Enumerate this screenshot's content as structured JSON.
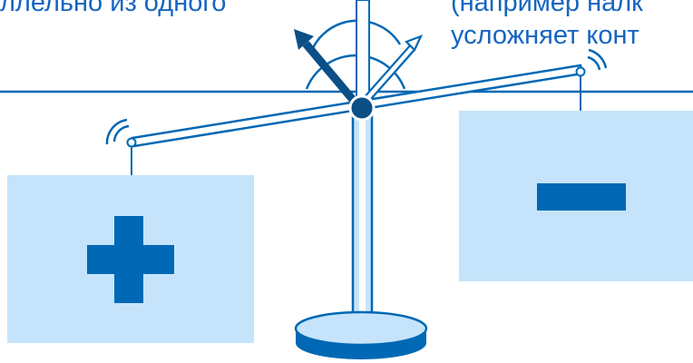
{
  "text_left": "ллельно из одного",
  "text_right_lines": [
    "(например налк",
    "усложняет конт"
  ],
  "left_box": {
    "symbol": "plus",
    "meaning": "+"
  },
  "right_box": {
    "symbol": "minus",
    "meaning": "−"
  },
  "colors": {
    "text": "#1565c0",
    "primary": "#0068b4",
    "light_fill": "#c5e4fb",
    "pivot": "#0b4f86",
    "background": "#ffffff"
  }
}
